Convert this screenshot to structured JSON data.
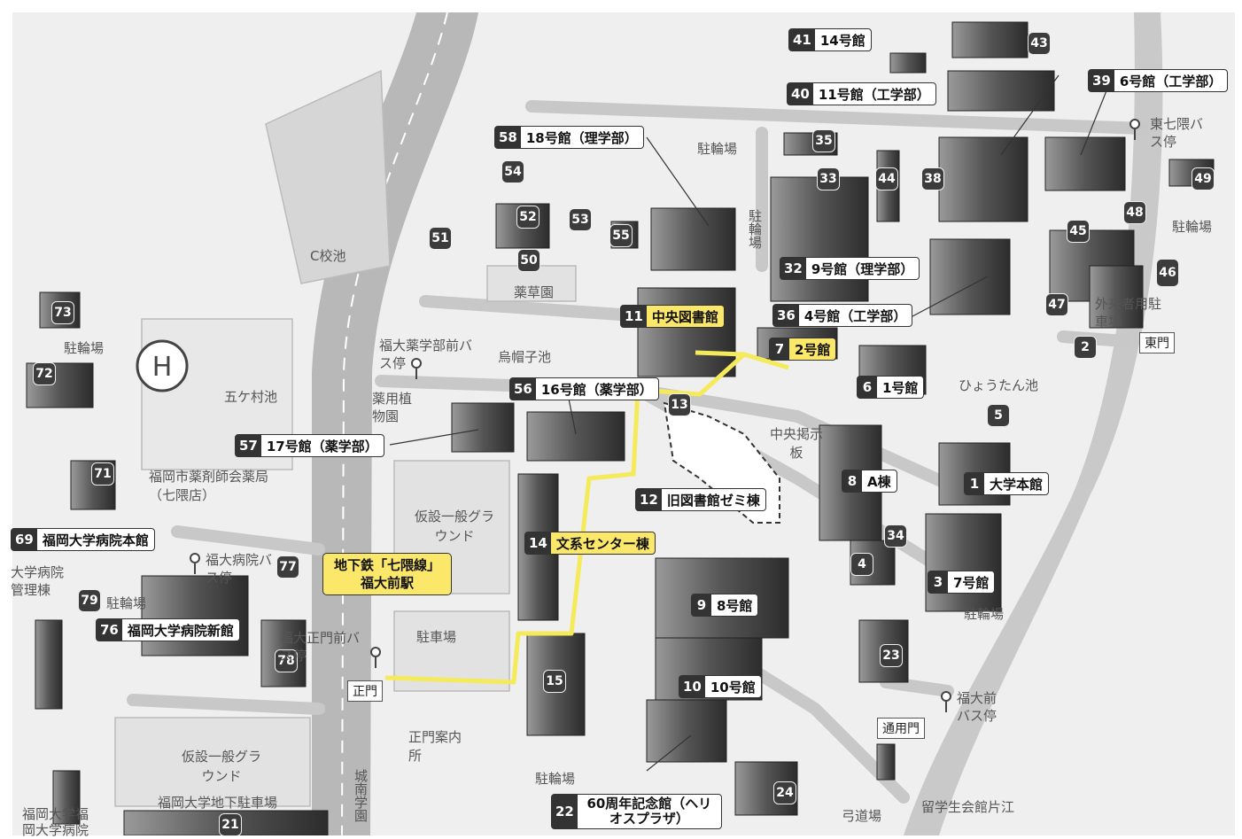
{
  "labels": [
    {
      "id": "b41",
      "num": "41",
      "text": "14号館"
    },
    {
      "id": "b40",
      "num": "40",
      "text": "11号館（工学部）"
    },
    {
      "id": "b39",
      "num": "39",
      "text": "6号館（工学部）"
    },
    {
      "id": "b58",
      "num": "58",
      "text": "18号館（理学部）"
    },
    {
      "id": "b32",
      "num": "32",
      "text": "9号館（理学部）"
    },
    {
      "id": "b36",
      "num": "36",
      "text": "4号館（工学部）"
    },
    {
      "id": "b11",
      "num": "11",
      "text": "中央図書館",
      "highlight": true
    },
    {
      "id": "b7",
      "num": "7",
      "text": "2号館",
      "highlight": true
    },
    {
      "id": "b6",
      "num": "6",
      "text": "1号館"
    },
    {
      "id": "b56",
      "num": "56",
      "text": "16号館（薬学部）"
    },
    {
      "id": "b57",
      "num": "57",
      "text": "17号館（薬学部）"
    },
    {
      "id": "b12",
      "num": "12",
      "text": "旧図書館ゼミ棟"
    },
    {
      "id": "b8",
      "num": "8",
      "text": "A棟"
    },
    {
      "id": "b1",
      "num": "1",
      "text": "大学本館"
    },
    {
      "id": "b14",
      "num": "14",
      "text": "文系センター棟",
      "highlight": true
    },
    {
      "id": "b3",
      "num": "3",
      "text": "7号館"
    },
    {
      "id": "b9",
      "num": "9",
      "text": "8号館"
    },
    {
      "id": "b10",
      "num": "10",
      "text": "10号館"
    },
    {
      "id": "b69",
      "num": "69",
      "text": "福岡大学病院本館"
    },
    {
      "id": "b76",
      "num": "76",
      "text": "福岡大学病院新館"
    },
    {
      "id": "b22",
      "num": "22",
      "text": "60周年記念館（ヘリオスプラザ）"
    }
  ],
  "badges": [
    "43",
    "35",
    "33",
    "44",
    "38",
    "49",
    "48",
    "45",
    "46",
    "47",
    "2",
    "54",
    "52",
    "53",
    "51",
    "50",
    "55",
    "13",
    "5",
    "34",
    "4",
    "23",
    "15",
    "24",
    "21",
    "73",
    "72",
    "71",
    "77",
    "79",
    "78"
  ],
  "places": {
    "c_pond": "C校池",
    "gokamura": "五ケ村池",
    "eboshi": "烏帽子池",
    "yakusou": "薬草園",
    "yakuyo": "薬用植物園",
    "churin1": "駐輪場",
    "churin_v": "駐輪場",
    "churin_e": "駐輪場",
    "churin_w": "駐輪場",
    "churin_s": "駐輪場",
    "churin_3": "駐輪場",
    "churin_79": "駐輪場",
    "chusha": "駐車場",
    "gaikai": "外来者用駐車場",
    "hyoutan": "ひょうたん池",
    "keijiban": "中央掲示板",
    "ground1": "仮設一般グラウンド",
    "ground2": "仮設一般グラウンド",
    "yakuzai": "福岡市薬剤師会薬局（七隈店）",
    "chika": "福岡大学地下駐車場",
    "annai": "正門案内所",
    "ryugaku": "留学生会館片江",
    "kyudo": "弓道場",
    "jonan": "城南学園",
    "hosp1": "大学病院管理棟",
    "hosp_bottom": "福岡大学福岡大学病院"
  },
  "bus_stops": {
    "yakugaku": "福大薬学部前バス停",
    "higashi": "東七隈バス停",
    "byoin": "福大病院バス停",
    "seimon": "福大正門前バス停",
    "daimae": "福大前バス停"
  },
  "gates": {
    "main": "正門",
    "east": "東門",
    "pass": "通用門"
  },
  "station_callout": "地下鉄「七隈線」福大前駅",
  "colors": {
    "route": "#f5ea5a",
    "highlight": "#fbe76a",
    "road": "#c4c4c4",
    "building_dark": "#3a3a3a"
  }
}
